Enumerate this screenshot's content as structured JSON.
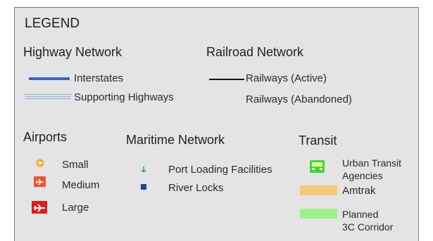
{
  "legend": {
    "title": "LEGEND",
    "highway": {
      "heading": "Highway Network",
      "interstates": "Interstates",
      "supporting": "Supporting Highways"
    },
    "railroad": {
      "heading": "Railroad Network",
      "active": "Railways (Active)",
      "abandoned": "Railways (Abandoned)"
    },
    "airports": {
      "heading": "Airports",
      "small": "Small",
      "medium": "Medium",
      "large": "Large"
    },
    "maritime": {
      "heading": "Maritime Network",
      "port": "Port Loading Facilities",
      "locks": "River Locks"
    },
    "transit": {
      "heading": "Transit",
      "urban_line1": "Urban Transit",
      "urban_line2": "Agencies",
      "amtrak": "Amtrak",
      "planned_line1": "Planned",
      "planned_line2": "3C Corridor"
    }
  },
  "colors": {
    "interstate": "#3a62c8",
    "supporting": "#8fb0e0",
    "railway_active": "#111111",
    "airport_small": "#f5a623",
    "airport_medium": "#f0522a",
    "airport_large": "#e01b1b",
    "port": "#2fa66a",
    "river_lock": "#1f3fb8",
    "urban_transit": "#3dd63d",
    "amtrak": "#f7c77a",
    "planned_corridor": "#9df089"
  },
  "icons": {
    "airport": "airplane-icon",
    "port": "anchor-icon",
    "river_lock": "square-icon",
    "urban_transit": "bus-icon"
  }
}
